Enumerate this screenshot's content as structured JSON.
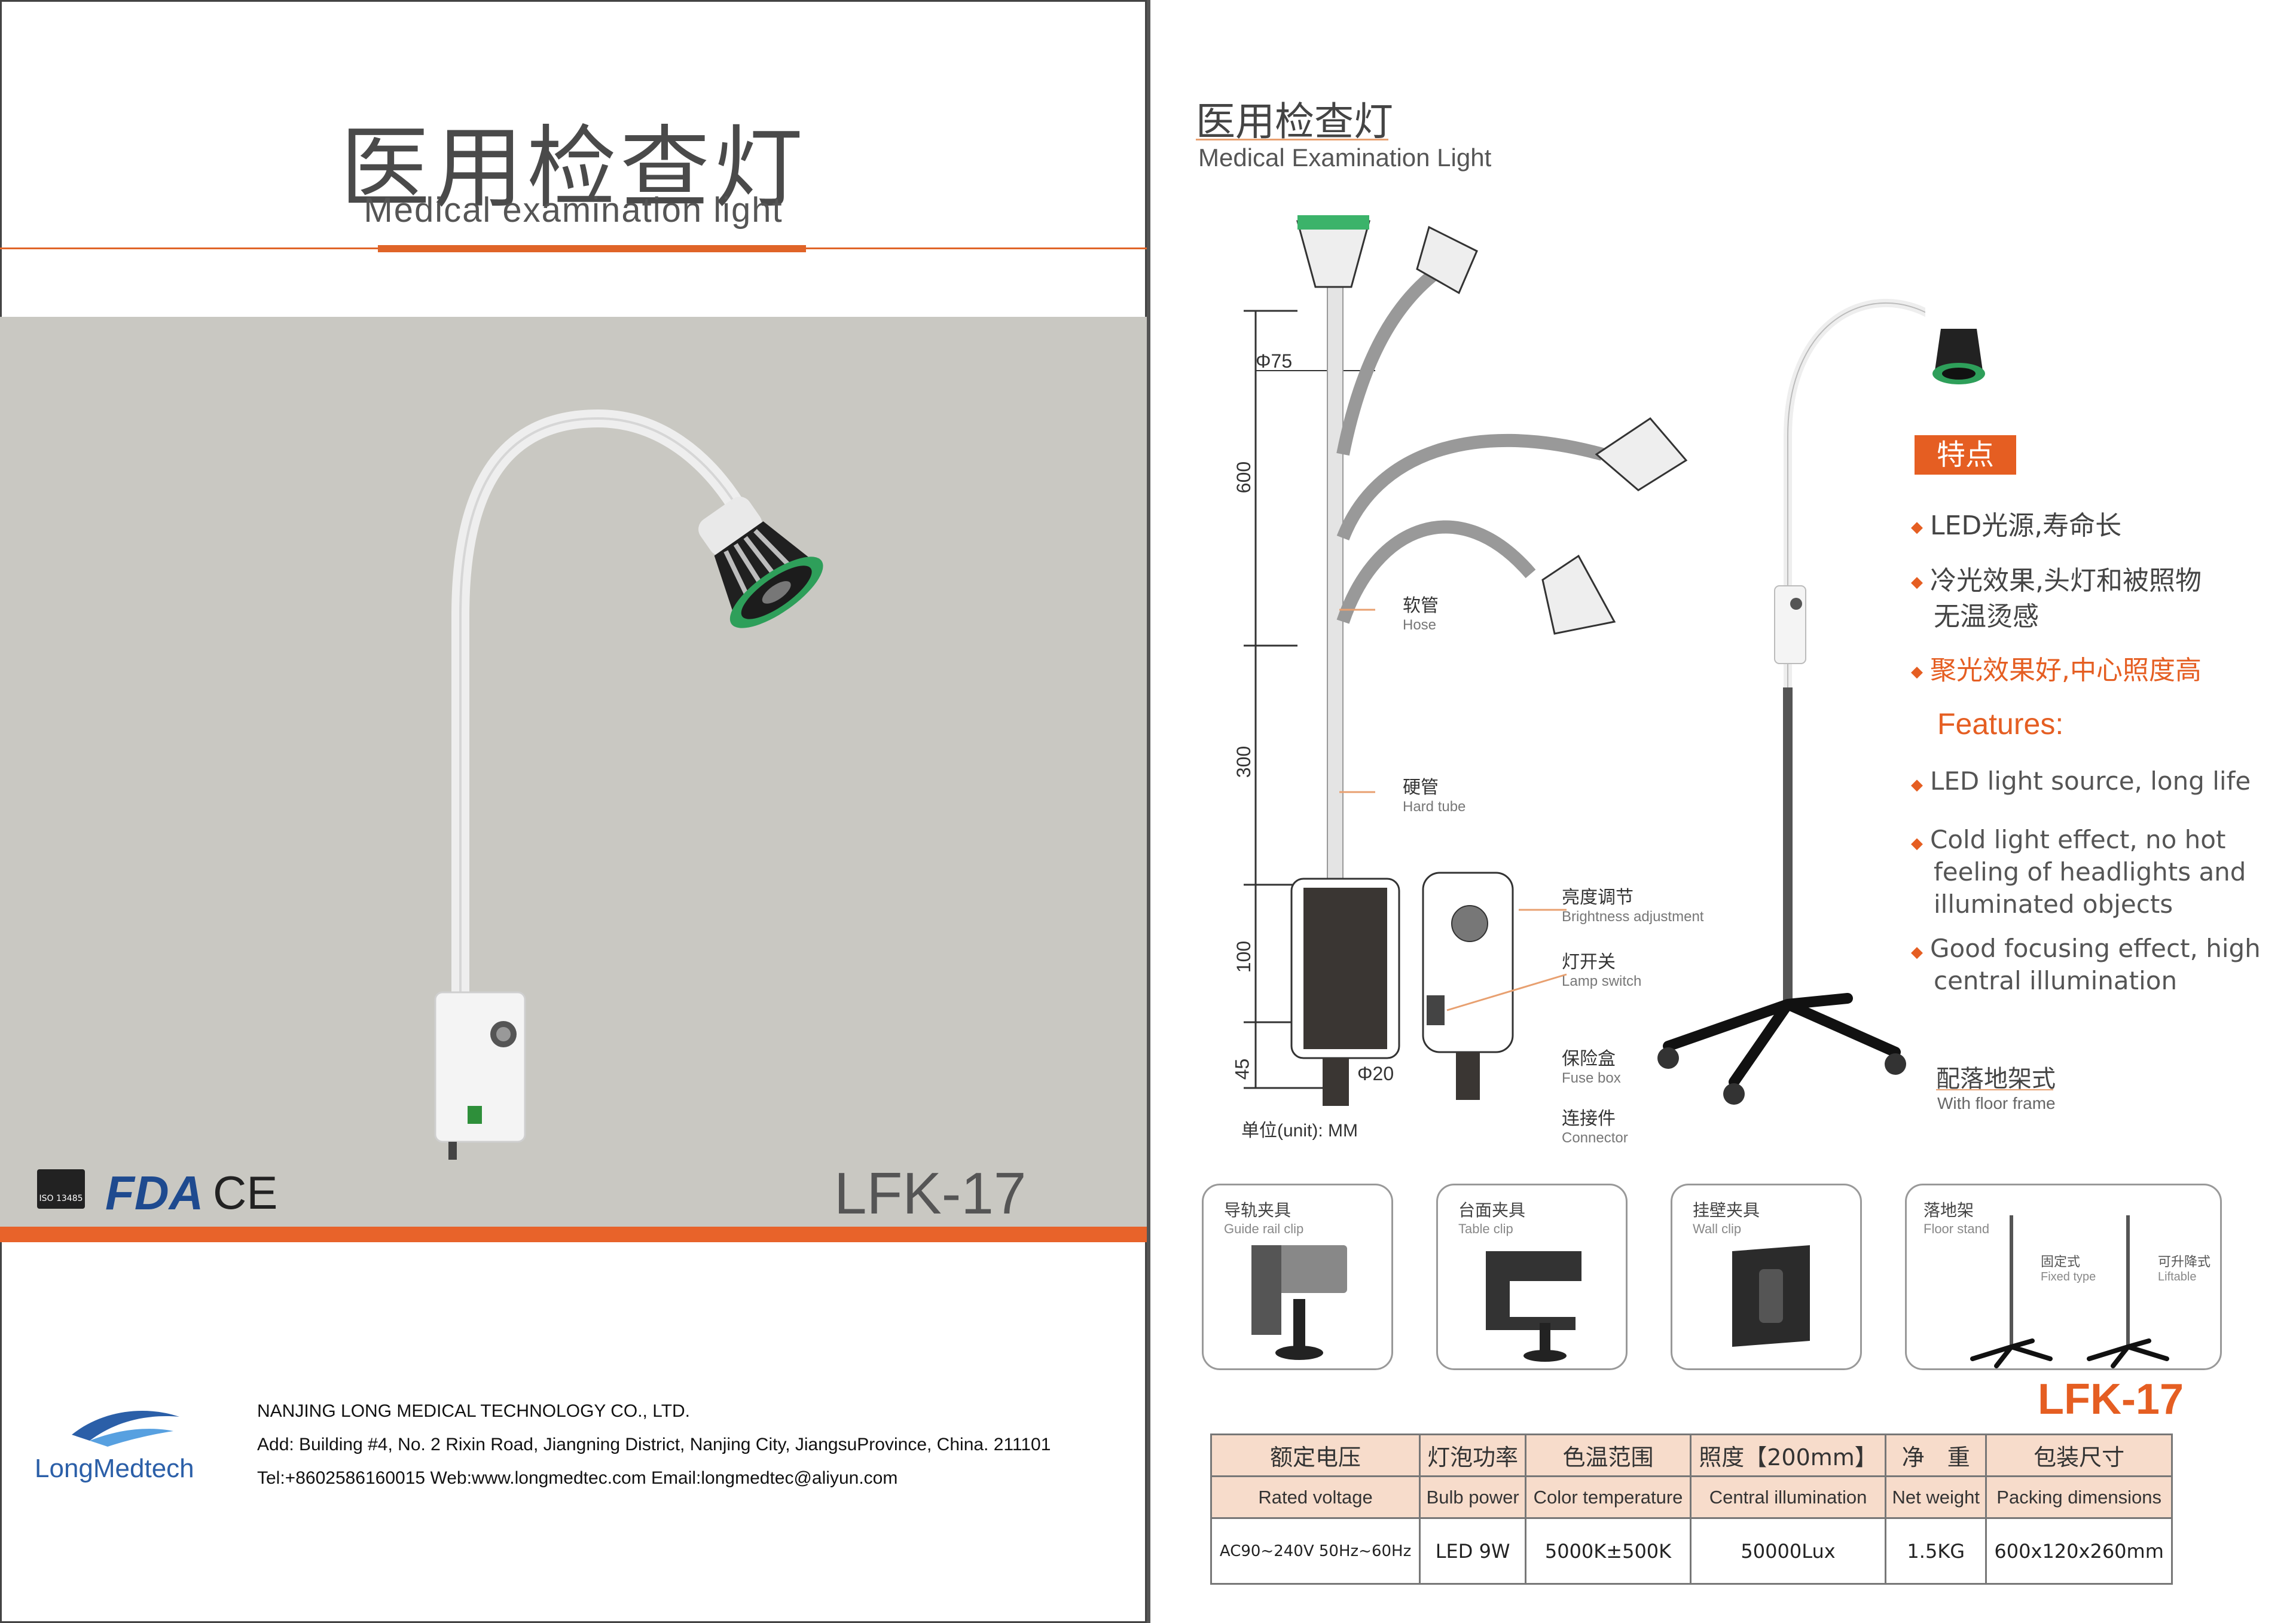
{
  "left_page": {
    "title_cn": "医用检查灯",
    "title_en": "Medical examination light",
    "certs": [
      "ISO 13485",
      "FDA",
      "CE"
    ],
    "model": "LFK-17",
    "company": {
      "logo": "LongMedtech",
      "name": "NANJING LONG MEDICAL TECHNOLOGY CO., LTD.",
      "address": "Add: Building #4, No. 2 Rixin Road, Jiangning District, Nanjing City, JiangsuProvince, China. 211101",
      "contact": "Tel:+8602586160015 Web:www.longmedtec.com Email:longmedtec@aliyun.com"
    }
  },
  "right_page": {
    "title_cn": "医用检查灯",
    "title_en": "Medical Examination Light",
    "dimensions": {
      "d75": "Φ75",
      "d600": "600",
      "d300": "300",
      "d100": "100",
      "d45": "45",
      "d20": "Φ20",
      "unit": "单位(unit): MM"
    },
    "parts": [
      {
        "cn": "软管",
        "en": "Hose"
      },
      {
        "cn": "硬管",
        "en": "Hard tube"
      },
      {
        "cn": "亮度调节",
        "en": "Brightness adjustment"
      },
      {
        "cn": "灯开关",
        "en": "Lamp switch"
      },
      {
        "cn": "保险盒",
        "en": "Fuse box"
      },
      {
        "cn": "连接件",
        "en": "Connector"
      }
    ],
    "features_badge": "特点",
    "features_cn": [
      "LED光源,寿命长",
      "冷光效果,头灯和被照物",
      "无温烫感",
      "聚光效果好,中心照度高"
    ],
    "features_title_en": "Features:",
    "features_en": [
      "LED light source, long life",
      "Cold light effect, no hot",
      "feeling of headlights and",
      "illuminated objects",
      "Good focusing effect, high",
      "central illumination"
    ],
    "floor_frame_cn": "配落地架式",
    "floor_frame_en": "With floor frame",
    "accessories": [
      {
        "cn": "导轨夹具",
        "en": "Guide rail clip"
      },
      {
        "cn": "台面夹具",
        "en": "Table clip"
      },
      {
        "cn": "挂壁夹具",
        "en": "Wall clip"
      },
      {
        "cn": "落地架",
        "en": "Floor stand",
        "sub1_cn": "固定式",
        "sub1_en": "Fixed type",
        "sub2_cn": "可升降式",
        "sub2_en": "Liftable"
      }
    ],
    "model": "LFK-17",
    "spec_table": {
      "headers_cn": [
        "额定电压",
        "灯泡功率",
        "色温范围",
        "照度【200mm】",
        "净　重",
        "包装尺寸"
      ],
      "headers_en": [
        "Rated voltage",
        "Bulb power",
        "Color temperature",
        "Central illumination",
        "Net weight",
        "Packing dimensions"
      ],
      "values": [
        "AC90~240V 50Hz~60Hz",
        "LED 9W",
        "5000K±500K",
        "50000Lux",
        "1.5KG",
        "600x120x260mm"
      ]
    }
  }
}
